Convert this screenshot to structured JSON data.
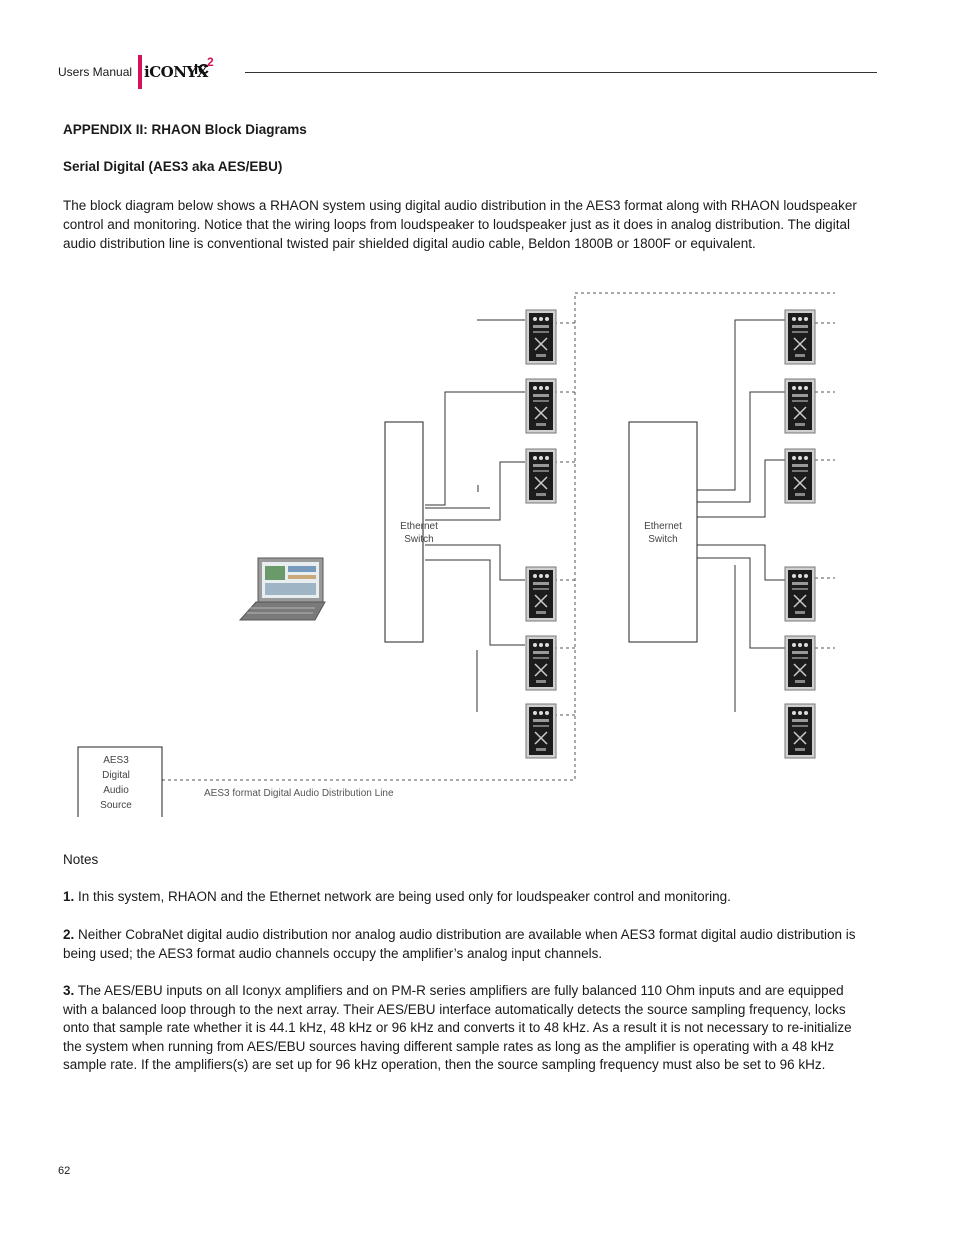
{
  "header": {
    "label": "Users Manual",
    "logo_word": "iCONYX",
    "logo_ic": "IC",
    "logo_sup": "2"
  },
  "section_title": "APPENDIX II: RHAON Block Diagrams",
  "subsection_title": "Serial Digital (AES3 aka AES/EBU)",
  "intro": "The block diagram below shows a RHAON system using digital audio distribution in the  AES3 format along with RHAON loudspeaker control and monitoring. Notice that the wiring loops from loudspeaker to loudspeaker just as it does in analog distribution. The digital audio distribution line is conventional twisted pair shielded digital audio cable, Beldon 1800B or 1800F or equivalent.",
  "diagram": {
    "switch_left_line1": "Ethernet",
    "switch_left_line2": "Switch",
    "switch_right_line1": "Ethernet",
    "switch_right_line2": "Switch",
    "source_line1": "AES3",
    "source_line2": "Digital",
    "source_line3": "Audio",
    "source_line4": "Source",
    "distribution_label": "AES3 format Digital Audio Distribution Line"
  },
  "notes_title": "Notes",
  "notes": [
    {
      "num": "1.",
      "text": " In this system, RHAON and the Ethernet network are being used only for loudspeaker control and monitoring."
    },
    {
      "num": "2.",
      "text": " Neither CobraNet digital audio distribution nor analog audio distribution are available when AES3 format digital audio distribution is being used; the AES3 format audio channels occupy the amplifier’s analog input channels."
    },
    {
      "num": "3.",
      "text": " The AES/EBU inputs on all Iconyx amplifiers and on PM-R series amplifiers are fully balanced 110 Ohm inputs and are equipped with a balanced loop through to the next array.  Their AES/EBU interface automatically detects the source sampling frequency, locks onto that sample rate whether it is 44.1 kHz, 48 kHz or 96 kHz and converts it to 48 kHz. As a result it is not necessary to re-initialize the system when running from AES/EBU sources having different sample rates as long as the amplifier is operating with a 48 kHz sample rate.  If the amplifiers(s) are set up for 96 kHz operation, then the source sampling frequency must also be set to 96 kHz."
    }
  ],
  "page_number": "62"
}
